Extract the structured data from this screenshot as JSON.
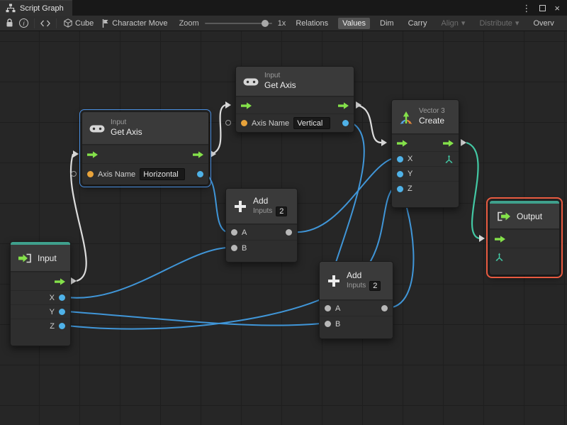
{
  "window": {
    "tab_title": "Script Graph",
    "menu_glyph": "⋮",
    "close_glyph": "×"
  },
  "toolbar": {
    "cube_label": "Cube",
    "character_label": "Character Move",
    "zoom_label": "Zoom",
    "zoom_value": "1x",
    "dropdown_glyph": "▾",
    "buttons": [
      {
        "label": "Relations",
        "state": "normal"
      },
      {
        "label": "Values",
        "state": "active"
      },
      {
        "label": "Dim",
        "state": "normal"
      },
      {
        "label": "Carry",
        "state": "normal"
      },
      {
        "label": "Align",
        "state": "disabled"
      },
      {
        "label": "Distribute",
        "state": "disabled"
      },
      {
        "label": "Overv",
        "state": "normal"
      }
    ]
  },
  "graph": {
    "nodes": {
      "get_axis_vertical": {
        "category": "Input",
        "title": "Get Axis",
        "axis_label": "Axis Name",
        "axis_value": "Vertical"
      },
      "get_axis_horizontal": {
        "category": "Input",
        "title": "Get Axis",
        "axis_label": "Axis Name",
        "axis_value": "Horizontal"
      },
      "add_1": {
        "title": "Add",
        "inputs_label": "Inputs",
        "inputs_value": "2",
        "port_a": "A",
        "port_b": "B"
      },
      "add_2": {
        "title": "Add",
        "inputs_label": "Inputs",
        "inputs_value": "2",
        "port_a": "A",
        "port_b": "B"
      },
      "vector3_create": {
        "category": "Vector 3",
        "title": "Create",
        "port_x": "X",
        "port_y": "Y",
        "port_z": "Z"
      },
      "graph_input": {
        "title": "Input",
        "port_x": "X",
        "port_y": "Y",
        "port_z": "Z"
      },
      "graph_output": {
        "title": "Output"
      }
    }
  },
  "colors": {
    "flow_green": "#84e14a",
    "value_blue": "#4fb2e8",
    "string_orange": "#e8a33b",
    "generic_gray": "#b8b8b8",
    "vector_teal": "#43c8a4",
    "selection_blue": "#4a90e2",
    "selection_red": "#e85a40",
    "wire_white": "#dcdcdc",
    "wire_blue": "#4096d8",
    "wire_teal": "#43c8a4",
    "strip_teal": "#3fa08c"
  }
}
